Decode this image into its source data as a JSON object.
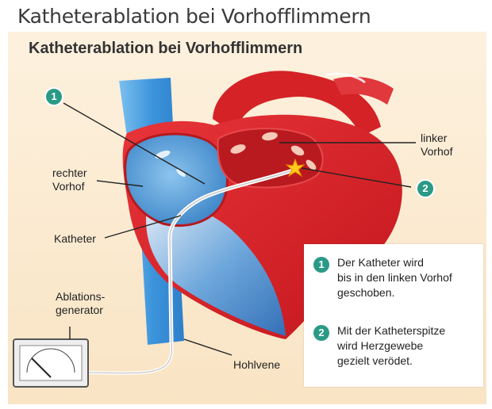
{
  "page_title": "Katheterablation bei Vorhofflimmern",
  "panel_title": "Katheterablation bei Vorhofflimmern",
  "labels": {
    "linker_vorhof": "linker\nVorhof",
    "rechter_vorhof": "rechter\nVorhof",
    "katheter": "Katheter",
    "ablationsgenerator": "Ablations-\ngenerator",
    "hohlvene": "Hohlvene"
  },
  "markers": [
    "1",
    "2"
  ],
  "legend": [
    {
      "num": "1",
      "text": "Der Katheter wird\nbis in den linken Vorhof\ngeschoben."
    },
    {
      "num": "2",
      "text": "Mit der Katheterspitze\nwird Herzgewebe\ngezielt verödet."
    }
  ],
  "colors": {
    "marker": "#2a9a86",
    "heart_red": "#d9262b",
    "vein_blue": "#4a9edc",
    "background": "#fbead0"
  }
}
